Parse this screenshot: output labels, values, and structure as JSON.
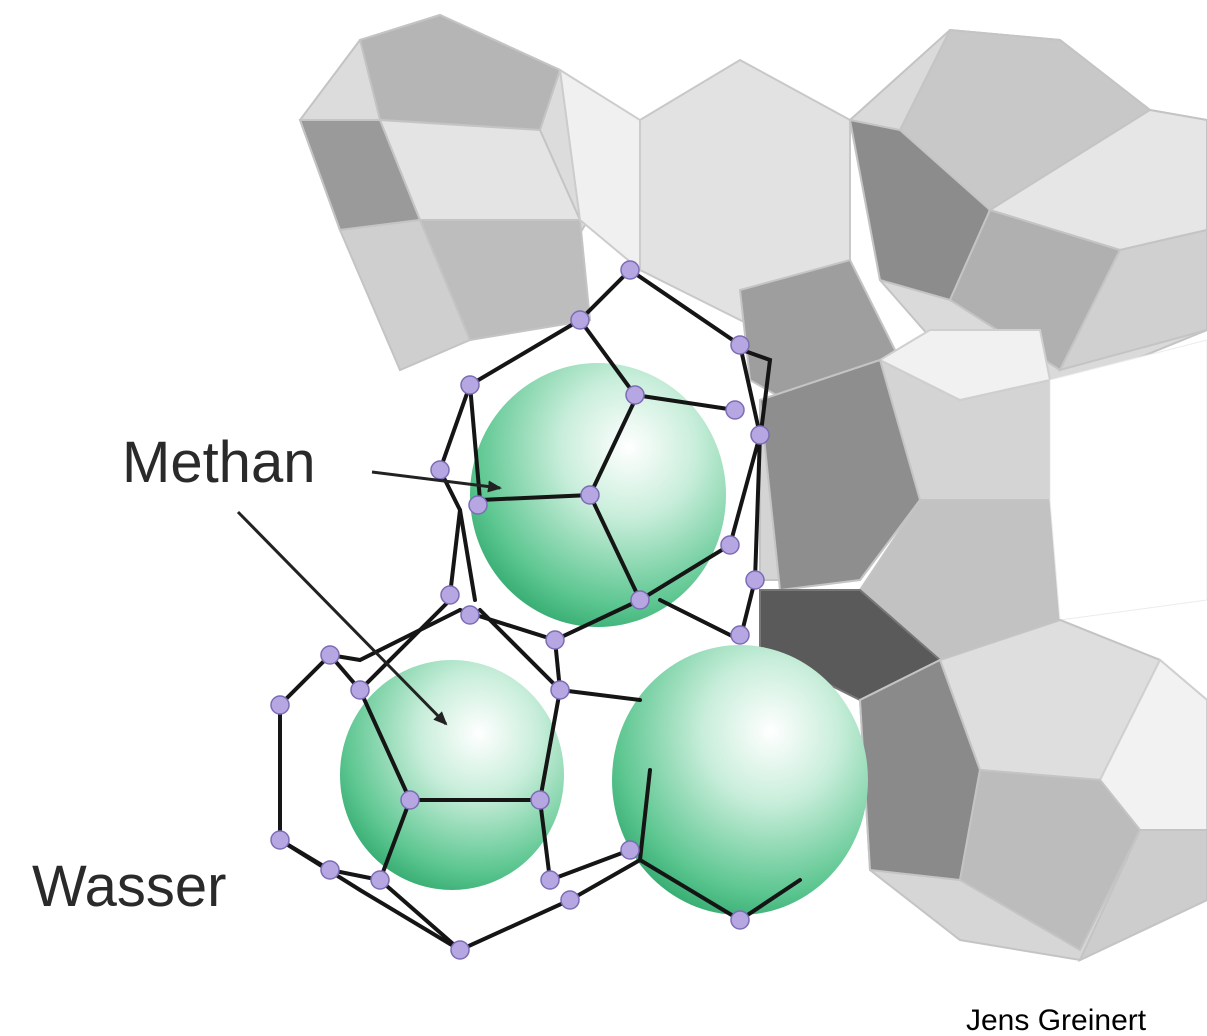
{
  "labels": {
    "methane": "Methan",
    "water": "Wasser",
    "credit": "Jens Greinert"
  },
  "colors": {
    "background": "#ffffff",
    "cage_light": "#e6e6e6",
    "cage_mid": "#c9c9c9",
    "cage_dark": "#8a8a8a",
    "methane_sphere": "#6ccf9e",
    "water_atom": "#b6a6e2",
    "bond": "#151515"
  }
}
